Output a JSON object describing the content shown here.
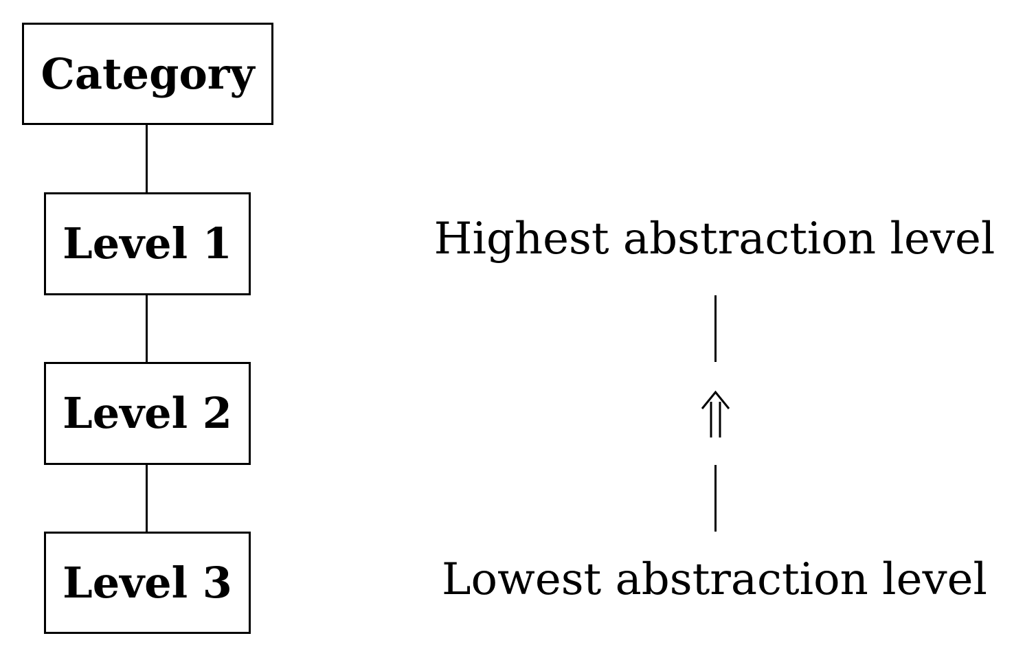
{
  "hierarchy": {
    "nodes": [
      {
        "label": "Category"
      },
      {
        "label": "Level 1"
      },
      {
        "label": "Level 2"
      },
      {
        "label": "Level 3"
      }
    ]
  },
  "scale": {
    "top_label": "Highest abstraction level",
    "bottom_label": "Lowest abstraction level",
    "direction_icon": "double-arrow-up-icon"
  }
}
